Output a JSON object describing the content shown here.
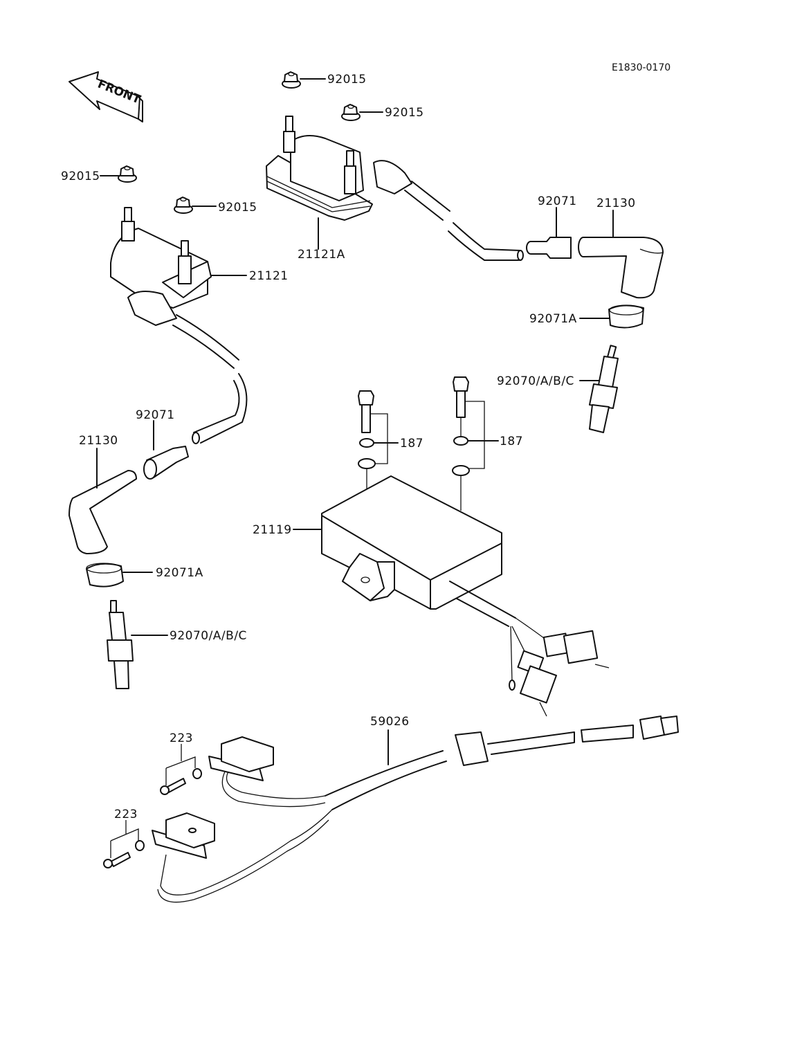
{
  "diagram": {
    "type": "exploded-parts-diagram",
    "subject": "Ignition system",
    "drawing_code": "E1830-0170",
    "orientation_label": "FRONT",
    "parts": [
      {
        "ref": "92015",
        "name": "Nut (flanged)",
        "count_shown": 4
      },
      {
        "ref": "21121",
        "name": "Ignition coil"
      },
      {
        "ref": "21121A",
        "name": "Ignition coil"
      },
      {
        "ref": "92071",
        "name": "Cap",
        "count_shown": 2
      },
      {
        "ref": "21130",
        "name": "Spark plug cap",
        "count_shown": 2
      },
      {
        "ref": "92071A",
        "name": "Seal",
        "count_shown": 2
      },
      {
        "ref": "92070/A/B/C",
        "name": "Spark plug",
        "count_shown": 2
      },
      {
        "ref": "187",
        "name": "Bolt & washers",
        "count_shown": 2
      },
      {
        "ref": "21119",
        "name": "Igniter unit"
      },
      {
        "ref": "59026",
        "name": "Pickup coil with harness"
      },
      {
        "ref": "223",
        "name": "Screw & washer set",
        "count_shown": 2
      }
    ]
  },
  "labels": {
    "code": "E1830-0170",
    "front": "FRONT",
    "nut_top1": "92015",
    "nut_top2": "92015",
    "nut_left1": "92015",
    "nut_left2": "92015",
    "coil_left": "21121",
    "coil_right": "21121A",
    "cap_right": "92071",
    "plugcap_right": "21130",
    "seal_right": "92071A",
    "plug_right": "92070/A/B/C",
    "cap_left": "92071",
    "plugcap_left": "21130",
    "seal_left": "92071A",
    "plug_left": "92070/A/B/C",
    "bolt_left": "187",
    "bolt_right": "187",
    "igniter": "21119",
    "pickup": "59026",
    "screw_top": "223",
    "screw_bottom": "223"
  }
}
